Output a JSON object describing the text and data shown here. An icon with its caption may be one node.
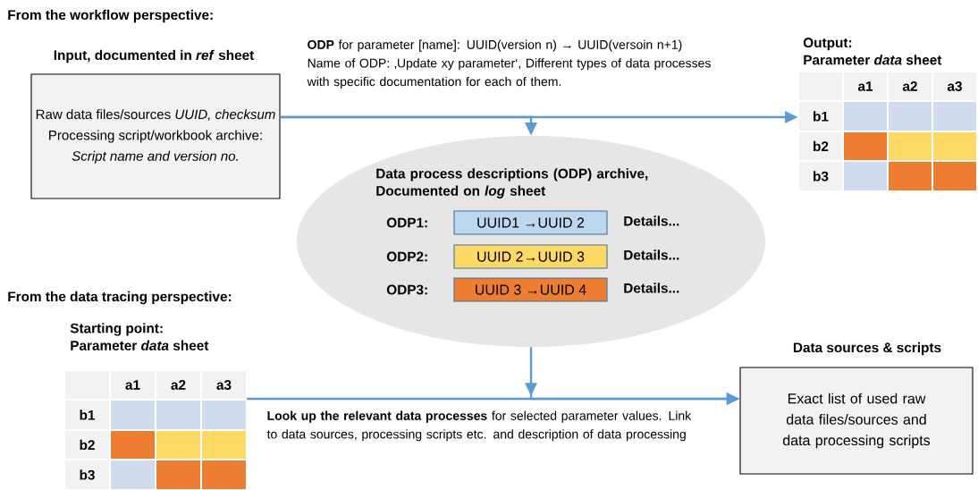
{
  "diagram": {
    "nodes": [
      {
        "text": [
          "Input, documented in *ref* sheet",
          "Raw data files/sources *UUID, checksum*",
          "Processing script/workbook archive:",
          "*Script name and version no.*"
        ]
      },
      {
        "text": [
          "Output:",
          "Parameter *data* sheet",
          "a1",
          "a2",
          "a3",
          "b1",
          "b2",
          "b3"
        ]
      },
      {
        "text": [
          "Data process descriptions (ODP) archive, Documented on *log* sheet"
        ]
      },
      {
        "text": [
          "UUID1 →UUID 2"
        ],
        "in": 2,
        "beside": [
          "ODP1:",
          "Details..."
        ]
      },
      {
        "text": [
          "UUID 2→UUID 3"
        ],
        "in": 2,
        "beside": [
          "ODP2:",
          "Details..."
        ]
      },
      {
        "text": [
          "UUID 3 →UUID 4"
        ],
        "in": 2,
        "beside": [
          "ODP3:",
          "Details..."
        ]
      },
      {
        "text": [
          "Starting point:",
          "Parameter *data* sheet",
          "a1",
          "a2",
          "a3",
          "b1",
          "b2",
          "b3"
        ]
      },
      {
        "text": [
          "Data sources & scripts",
          "Exact list of used raw data files/sources and data processing scripts"
        ]
      }
    ],
    "edges": [
      {
        "from": 0,
        "to": 1,
        "arrow": "to",
        "label": "**ODP** for parameter [name]: UUID(version n) → UUID(versoin n+1) Name of ODP: ‚Update xy parameter‘, Different types of data processes with specific documentation for each of them."
      },
      {
        "from": 0,
        "to": 2,
        "arrow": "to"
      },
      {
        "from": 6,
        "to": 7,
        "arrow": "to",
        "label": "**Look up the relevant data processes** for selected parameter values. Link to data sources, processing scripts etc. and description of data processing"
      },
      {
        "from": 2,
        "to": 7,
        "arrow": "to"
      }
    ],
    "labels": [
      "From the workflow perspective:",
      "From the data tracing perspective:"
    ]
  }
}
